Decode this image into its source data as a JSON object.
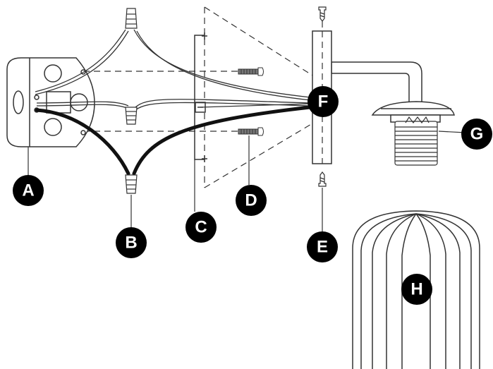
{
  "callouts": {
    "A": "A",
    "B": "B",
    "C": "C",
    "D": "D",
    "E": "E",
    "F": "F",
    "G": "G",
    "H": "H"
  },
  "colors": {
    "line": "#333333",
    "wire_black": "#111111",
    "callout_fill": "#000000",
    "callout_text": "#ffffff",
    "part_fill": "#ffffff"
  }
}
